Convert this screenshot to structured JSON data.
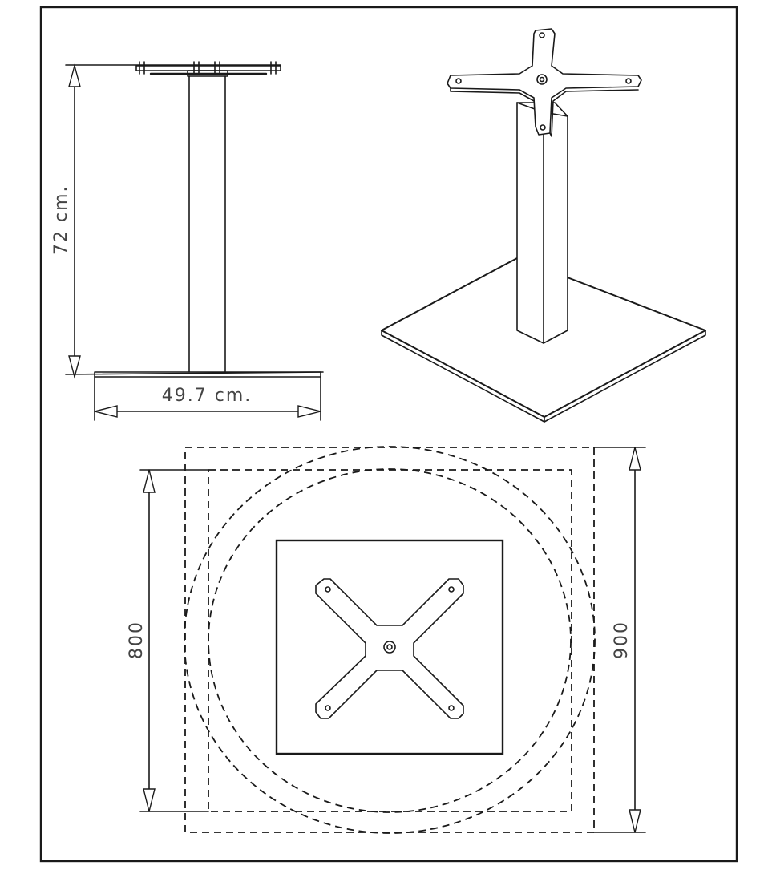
{
  "drawing": {
    "side_view": {
      "height_label": "72 cm.",
      "width_label": "49.7 cm."
    },
    "top_view": {
      "small_top_label": "800",
      "large_top_label": "900"
    }
  }
}
